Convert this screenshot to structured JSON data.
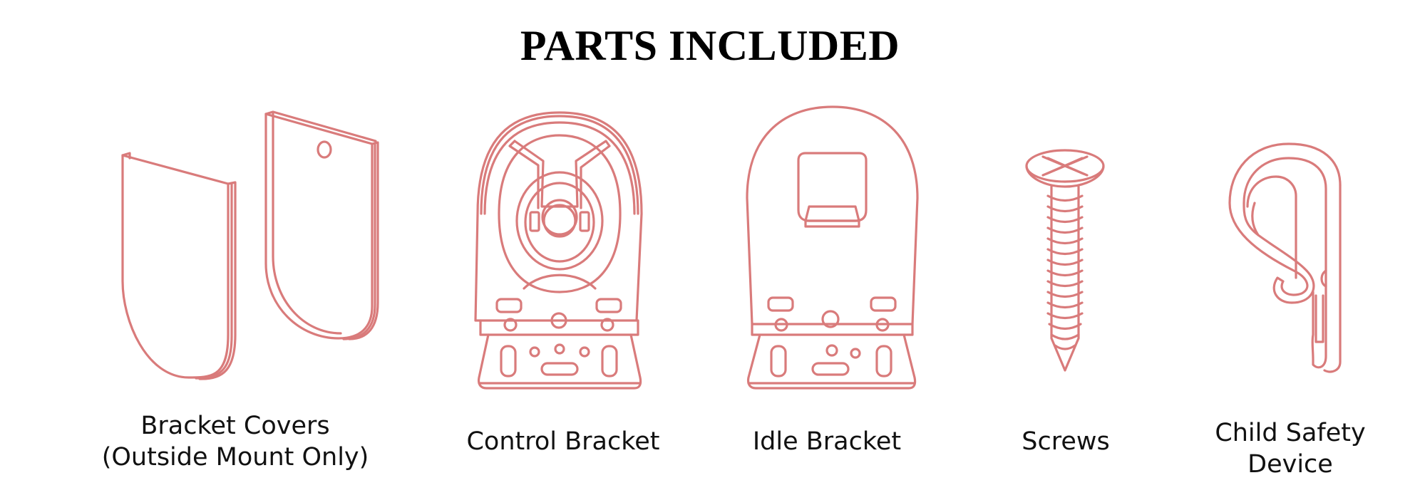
{
  "title": "PARTS INCLUDED",
  "colors": {
    "outline": "#d97b7b",
    "text": "#111111",
    "title": "#000000"
  },
  "parts": [
    {
      "line1": "Bracket Covers",
      "line2": "(Outside Mount Only)",
      "icon": "bracket-covers-icon"
    },
    {
      "line1": "Control Bracket",
      "icon": "control-bracket-icon"
    },
    {
      "line1": "Idle Bracket",
      "icon": "idle-bracket-icon"
    },
    {
      "line1": "Screws",
      "icon": "screw-icon"
    },
    {
      "line1": "Child Safety",
      "line2": "Device",
      "icon": "child-safety-device-icon"
    }
  ]
}
